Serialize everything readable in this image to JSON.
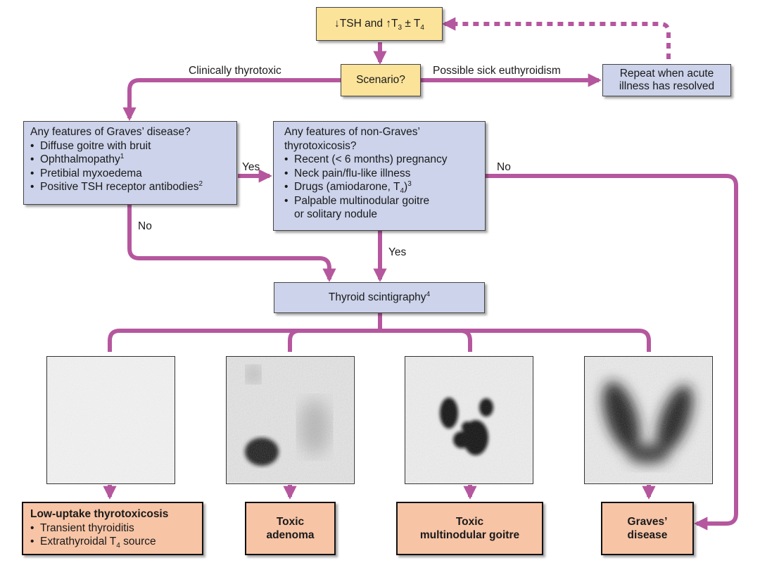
{
  "colors": {
    "arrow": "#b5579e",
    "yellow_box": "#fbe39a",
    "blue_box": "#ccd3ea",
    "result_box": "#f7c4a6"
  },
  "start": {
    "p1": "↓TSH and ↑T",
    "s1": "3",
    "p2": " ± T",
    "s2": "4"
  },
  "scenario": "Scenario?",
  "repeat": {
    "line1": "Repeat when acute",
    "line2": "illness has resolved"
  },
  "labels": {
    "clinically_thyrotoxic": "Clinically thyrotoxic",
    "possible_sick": "Possible sick euthyroidism",
    "yes1": "Yes",
    "no1": "No",
    "no2": "No",
    "yes2": "Yes"
  },
  "graves_q": {
    "title": "Any features of Graves’ disease?",
    "items": [
      {
        "text": "Diffuse goitre with bruit",
        "sup": ""
      },
      {
        "text": "Ophthalmopathy",
        "sup": "1"
      },
      {
        "text": "Pretibial myxoedema",
        "sup": ""
      },
      {
        "text": "Positive TSH receptor antibodies",
        "sup": "2"
      }
    ]
  },
  "nongraves_q": {
    "title1": "Any features of non-Graves’",
    "title2": "thyrotoxicosis?",
    "item1": "Recent (< 6 months) pregnancy",
    "item2": "Neck pain/flu-like illness",
    "item3_a": "Drugs (amiodarone, T",
    "item3_sub": "4",
    "item3_b": ")",
    "item3_sup": "3",
    "item4_a": "Palpable multinodular goitre",
    "item4_b": "or solitary nodule"
  },
  "scintigraphy": {
    "text": "Thyroid scintigraphy",
    "sup": "4"
  },
  "outcomes": {
    "low_uptake": {
      "title": "Low-uptake thyrotoxicosis",
      "item1": "Transient thyroiditis",
      "item2_a": "Extrathyroidal T",
      "item2_sub": "4",
      "item2_b": " source"
    },
    "toxic_adenoma": {
      "line1": "Toxic",
      "line2": "adenoma"
    },
    "toxic_mng": {
      "line1": "Toxic",
      "line2": "multinodular goitre"
    },
    "graves": {
      "line1": "Graves’",
      "line2": "disease"
    }
  },
  "scan_images": [
    "low-uptake-scan",
    "toxic-adenoma-scan",
    "toxic-multinodular-goitre-scan",
    "graves-disease-scan"
  ]
}
